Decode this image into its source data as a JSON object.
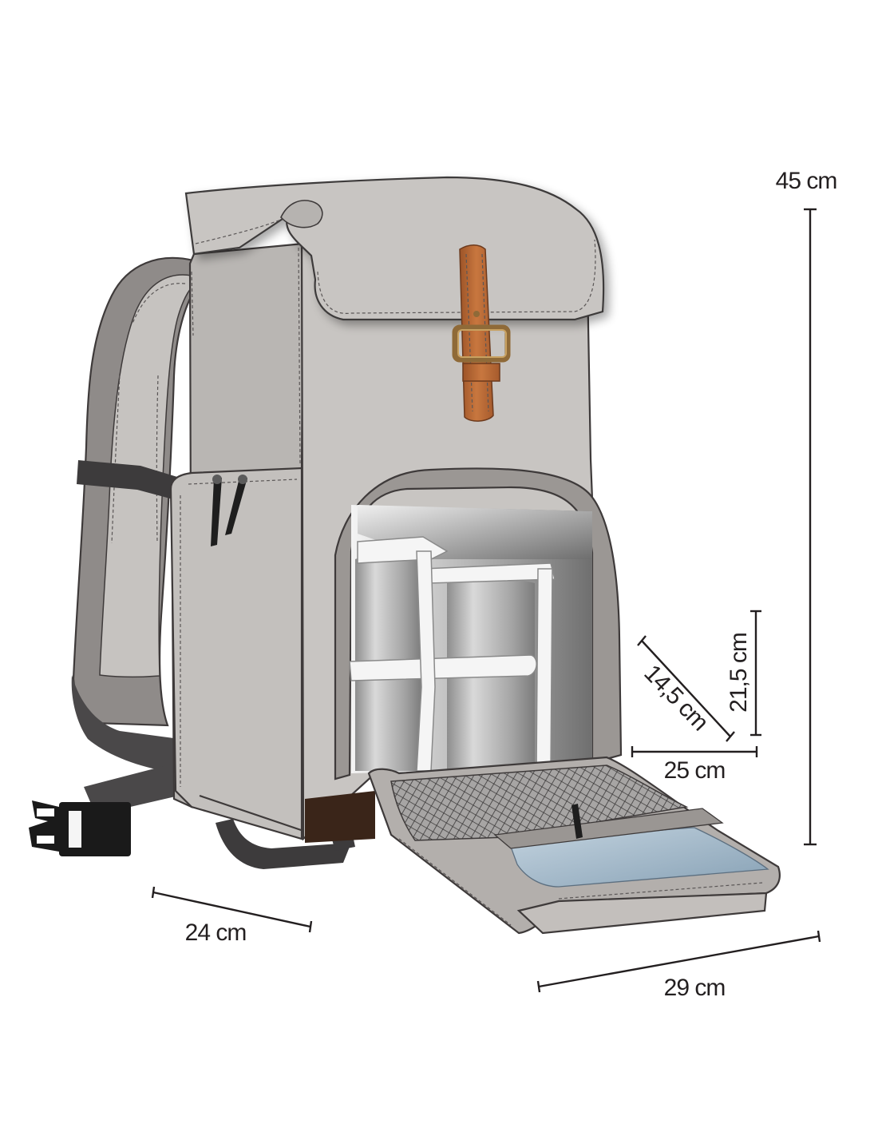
{
  "dimensions": {
    "height": "45 cm",
    "depth": "24 cm",
    "width": "29 cm",
    "compartment_width": "25 cm",
    "compartment_depth": "14,5 cm",
    "compartment_height": "21,5 cm"
  },
  "colors": {
    "body": "#c8c5c2",
    "body_shadow": "#b2aeab",
    "strap": "#8f8b89",
    "strap_dark": "#3d3b3c",
    "leather": "#b8683a",
    "brass": "#b48a4e",
    "interior_light": "#f2f2f2",
    "interior_dark": "#8a8a8a",
    "pocket_blue": "#9fb4c6"
  },
  "icons": {
    "buckle": "side-release-buckle-icon",
    "zipper": "zipper-pull-icon",
    "strap_buckle": "leather-strap-buckle-icon"
  }
}
